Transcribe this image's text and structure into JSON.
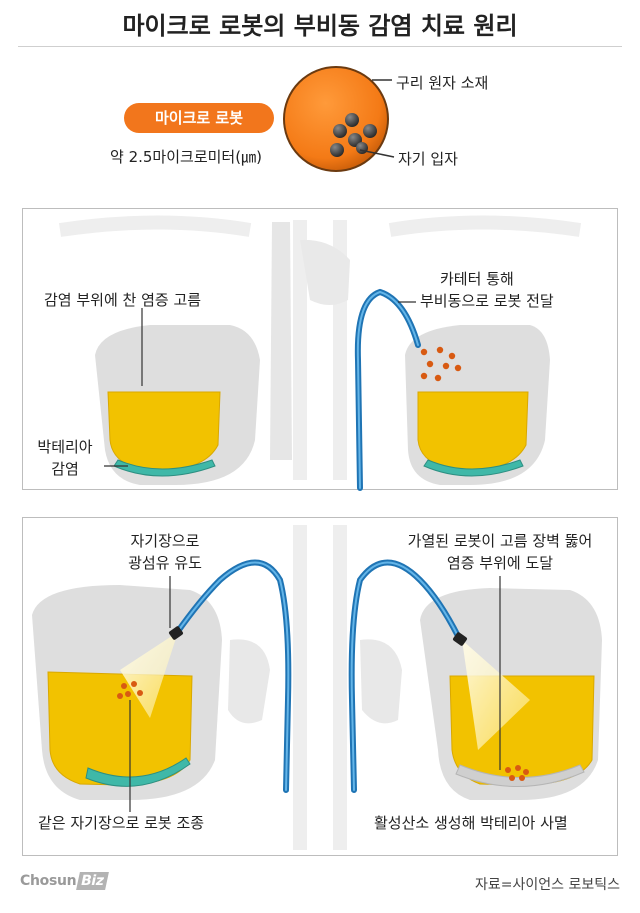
{
  "title": "마이크로 로봇의 부비동 감염 치료 원리",
  "robot": {
    "name": "마이크로 로봇",
    "size": "약 2.5마이크로미터(㎛)",
    "copper_label": "구리 원자 소재",
    "magnet_label": "자기 입자"
  },
  "panel1": {
    "inflamed_label": "감염 부위에 찬 염증 고름",
    "bacteria_label_1": "박테리아",
    "bacteria_label_2": "감염",
    "catheter_label_1": "카테터 통해",
    "catheter_label_2": "부비동으로 로봇 전달"
  },
  "panel2": {
    "fiber_label_1": "자기장으로",
    "fiber_label_2": "광섬유 유도",
    "heated_label_1": "가열된 로봇이 고름 장벽 뚫어",
    "heated_label_2": "염증 부위에 도달",
    "control_label": "같은 자기장으로 로봇 조종",
    "ros_label": "활성산소 생성해 박테리아 사멸"
  },
  "footer": {
    "brand_a": "Chosun",
    "brand_b": "Biz",
    "source": "자료=사이언스 로보틱스"
  },
  "colors": {
    "accent_orange": "#f2761c",
    "pus_yellow": "#f2c200",
    "bacteria_teal": "#3fb8a8",
    "catheter_blue": "#1f74b4",
    "anatomy_gray": "#d9d9d9"
  }
}
